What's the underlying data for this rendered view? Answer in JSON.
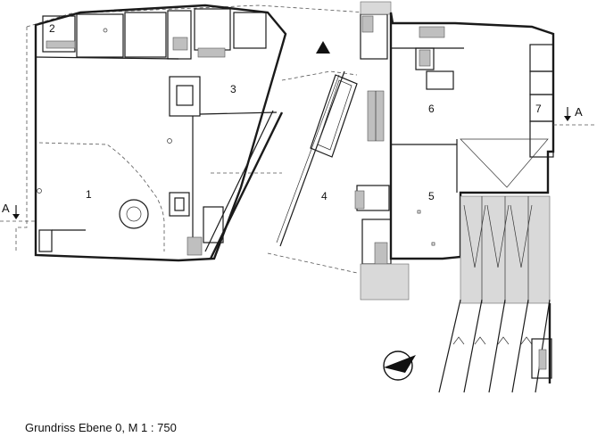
{
  "caption": "Grundriss Ebene 0, M 1 : 750",
  "rooms": [
    {
      "id": "1",
      "label": "1"
    },
    {
      "id": "2",
      "label": "2"
    },
    {
      "id": "3",
      "label": "3"
    },
    {
      "id": "4",
      "label": "4"
    },
    {
      "id": "5",
      "label": "5"
    },
    {
      "id": "6",
      "label": "6"
    },
    {
      "id": "7",
      "label": "7"
    }
  ],
  "section_marks": {
    "left": "A",
    "right": "A"
  },
  "icons": [
    "entrance-triangle-icon",
    "north-arrow-icon",
    "section-arrow-icon"
  ]
}
